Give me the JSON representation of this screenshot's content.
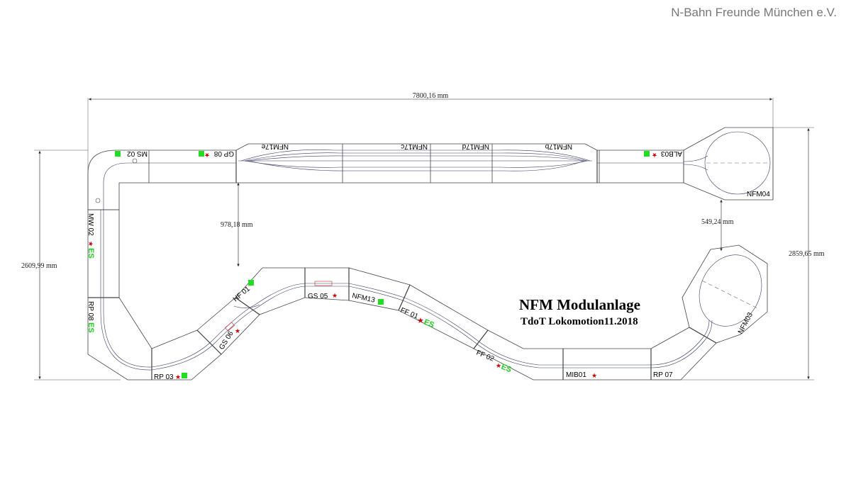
{
  "header": {
    "organization": "N-Bahn Freunde München e.V."
  },
  "title": {
    "main": "NFM Modulanlage",
    "sub": "TdoT Lokomotion11.2018"
  },
  "dimensions": {
    "total_length": "7800,16 mm",
    "gap_left": "978,18 mm",
    "gap_right": "549,24 mm",
    "height_left": "2609,99 mm",
    "height_right": "2859,65 mm"
  },
  "modules": {
    "ms02": "MS 02",
    "gp08": "GP 08",
    "nfm17e": "NFM17e",
    "nfm17c": "NFM17c",
    "nfm17d": "NFM17d",
    "nfm17b": "NFM17b",
    "alb03": "ALB03",
    "nfm04": "NFM04",
    "mw02": "MW 02",
    "rp08": "RP 08",
    "rp03": "RP 03",
    "gs06": "GS 06",
    "hf01": "HF 01",
    "gs05": "GS 05",
    "nfm13": "NFM13",
    "ff01": "FF 01",
    "ff02": "FF 02",
    "mib01": "MIB01",
    "rp07": "RP 07",
    "nfm03": "NFM03"
  },
  "markers": {
    "es_label": "ES",
    "star_symbol": "★"
  },
  "colors": {
    "es_green": "#22cc22",
    "square_green": "#22dd22",
    "star_red": "#cc0000",
    "track": "#3a3a66"
  }
}
